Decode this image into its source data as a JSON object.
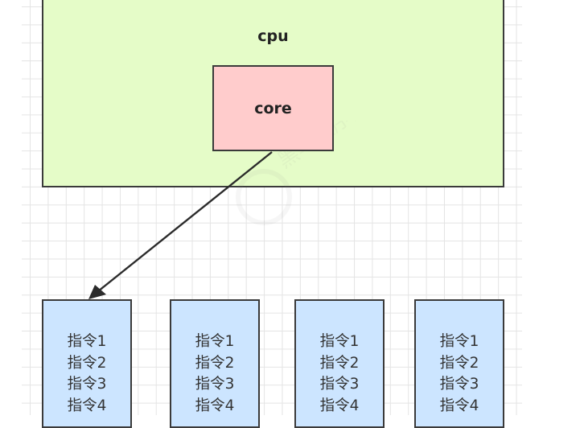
{
  "diagram": {
    "cpu": {
      "label": "cpu",
      "fill": "#e5fcc8"
    },
    "core": {
      "label": "core",
      "fill": "#ffcccc"
    },
    "instruction_fill": "#cce5ff",
    "stroke": "#3a3a3a",
    "instruction_columns": [
      {
        "items": [
          "指令1",
          "指令2",
          "指令3",
          "指令4"
        ]
      },
      {
        "items": [
          "指令1",
          "指令2",
          "指令3",
          "指令4"
        ]
      },
      {
        "items": [
          "指令1",
          "指令2",
          "指令3",
          "指令4"
        ]
      },
      {
        "items": [
          "指令1",
          "指令2",
          "指令3",
          "指令4"
        ]
      }
    ],
    "edges": [
      {
        "from": "core",
        "to": "instruction-column-1",
        "type": "arrow"
      }
    ]
  }
}
